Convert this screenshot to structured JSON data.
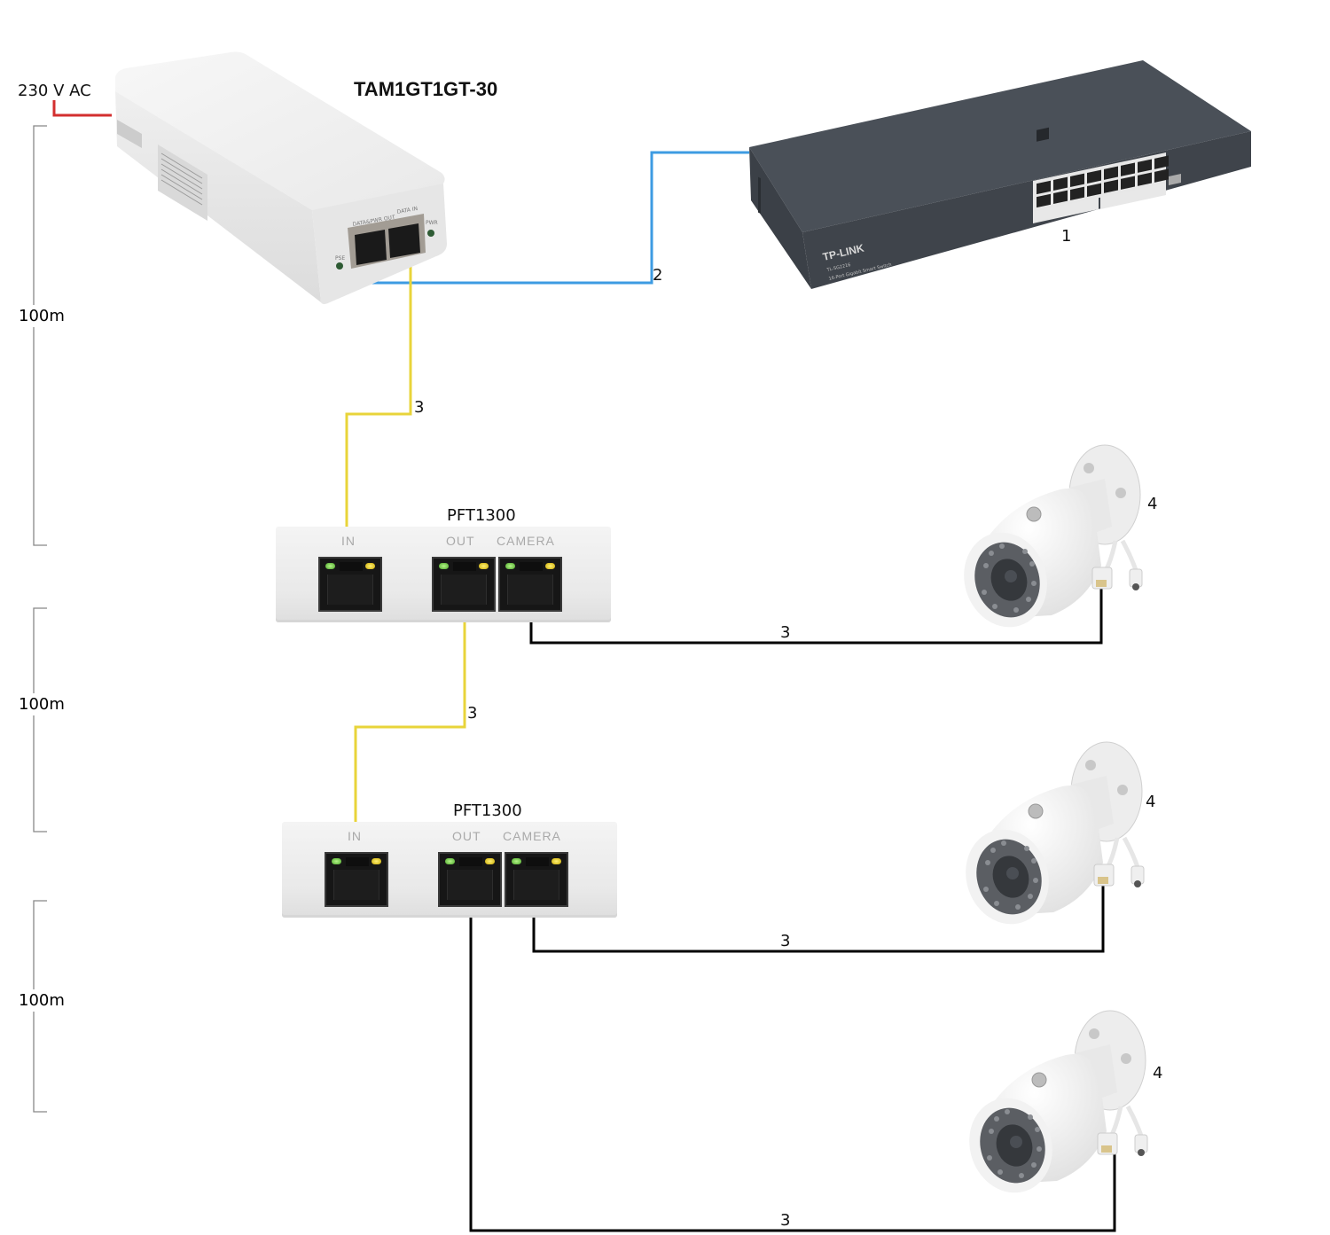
{
  "diagram": {
    "title": "PoE extension topology with TAM1GT1GT-30 injector and PFT1300 extenders",
    "power_input": {
      "label": "230 V AC",
      "wire_color": "#d32f2f"
    },
    "injector": {
      "model": "TAM1GT1GT-30",
      "ports": [
        "DATA&PWR OUT",
        "DATA IN"
      ],
      "leds": [
        "PSE",
        "PWR"
      ]
    },
    "switch": {
      "brand": "TP-LINK",
      "model": "TL-SG2216",
      "subtitle": "16-Port Gigabit Smart Switch",
      "callout": "1"
    },
    "extenders": [
      {
        "model": "PFT1300",
        "ports": [
          "IN",
          "OUT",
          "CAMERA"
        ]
      },
      {
        "model": "PFT1300",
        "ports": [
          "IN",
          "OUT",
          "CAMERA"
        ]
      }
    ],
    "cameras": [
      {
        "callout": "4"
      },
      {
        "callout": "4"
      },
      {
        "callout": "4"
      }
    ],
    "cables": [
      {
        "id": "switch-to-injector",
        "label": "2",
        "color": "#3d9be2"
      },
      {
        "id": "injector-to-pft1",
        "label": "3",
        "color": "#e8d43a"
      },
      {
        "id": "pft1-to-camera1",
        "label": "3",
        "color": "#000000"
      },
      {
        "id": "pft1-to-pft2",
        "label": "3",
        "color": "#e8d43a"
      },
      {
        "id": "pft2-to-camera2",
        "label": "3",
        "color": "#000000"
      },
      {
        "id": "pft2-to-camera3",
        "label": "3",
        "color": "#000000"
      }
    ],
    "distances": [
      "100m",
      "100m",
      "100m"
    ]
  }
}
